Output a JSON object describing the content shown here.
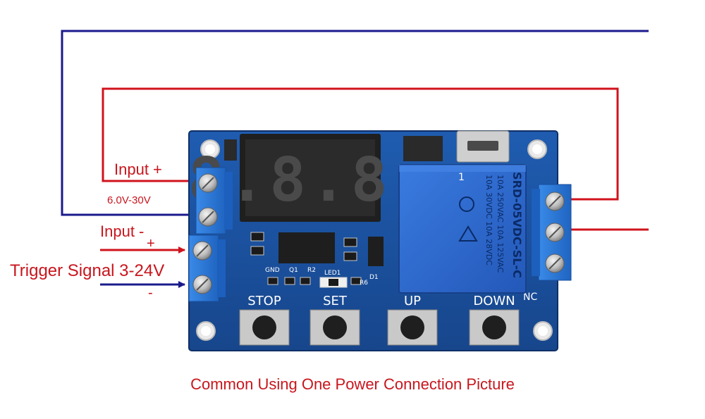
{
  "labels": {
    "input_plus": "Input +",
    "voltage_range": "6.0V-30V",
    "input_minus": "Input -",
    "trigger_plus": "+",
    "trigger_signal": "Trigger Signal 3-24V",
    "trigger_minus": "-",
    "caption": "Common Using One Power Connection Picture"
  },
  "board": {
    "buttons": [
      "STOP",
      "SET",
      "UP",
      "DOWN"
    ],
    "display_digits": "8.8.8.",
    "silkscreen": {
      "gnd": "GND",
      "q1": "Q1",
      "r2": "R2",
      "led1": "LED1",
      "d1": "D1",
      "r6": "R6",
      "nc": "NC",
      "relay_pin": "1"
    },
    "relay": {
      "model": "SRD-05VDC-SL-C",
      "rating_1": "10A 250VAC 10A 125VAC",
      "rating_2": "10A 30VDC 10A 28VDC"
    }
  },
  "colors": {
    "positive_wire": "#d0131c",
    "negative_wire": "#1a1a8c",
    "pcb": "#1b4f9c",
    "relay": "#2f6fd1",
    "terminal": "#2a78d6"
  }
}
